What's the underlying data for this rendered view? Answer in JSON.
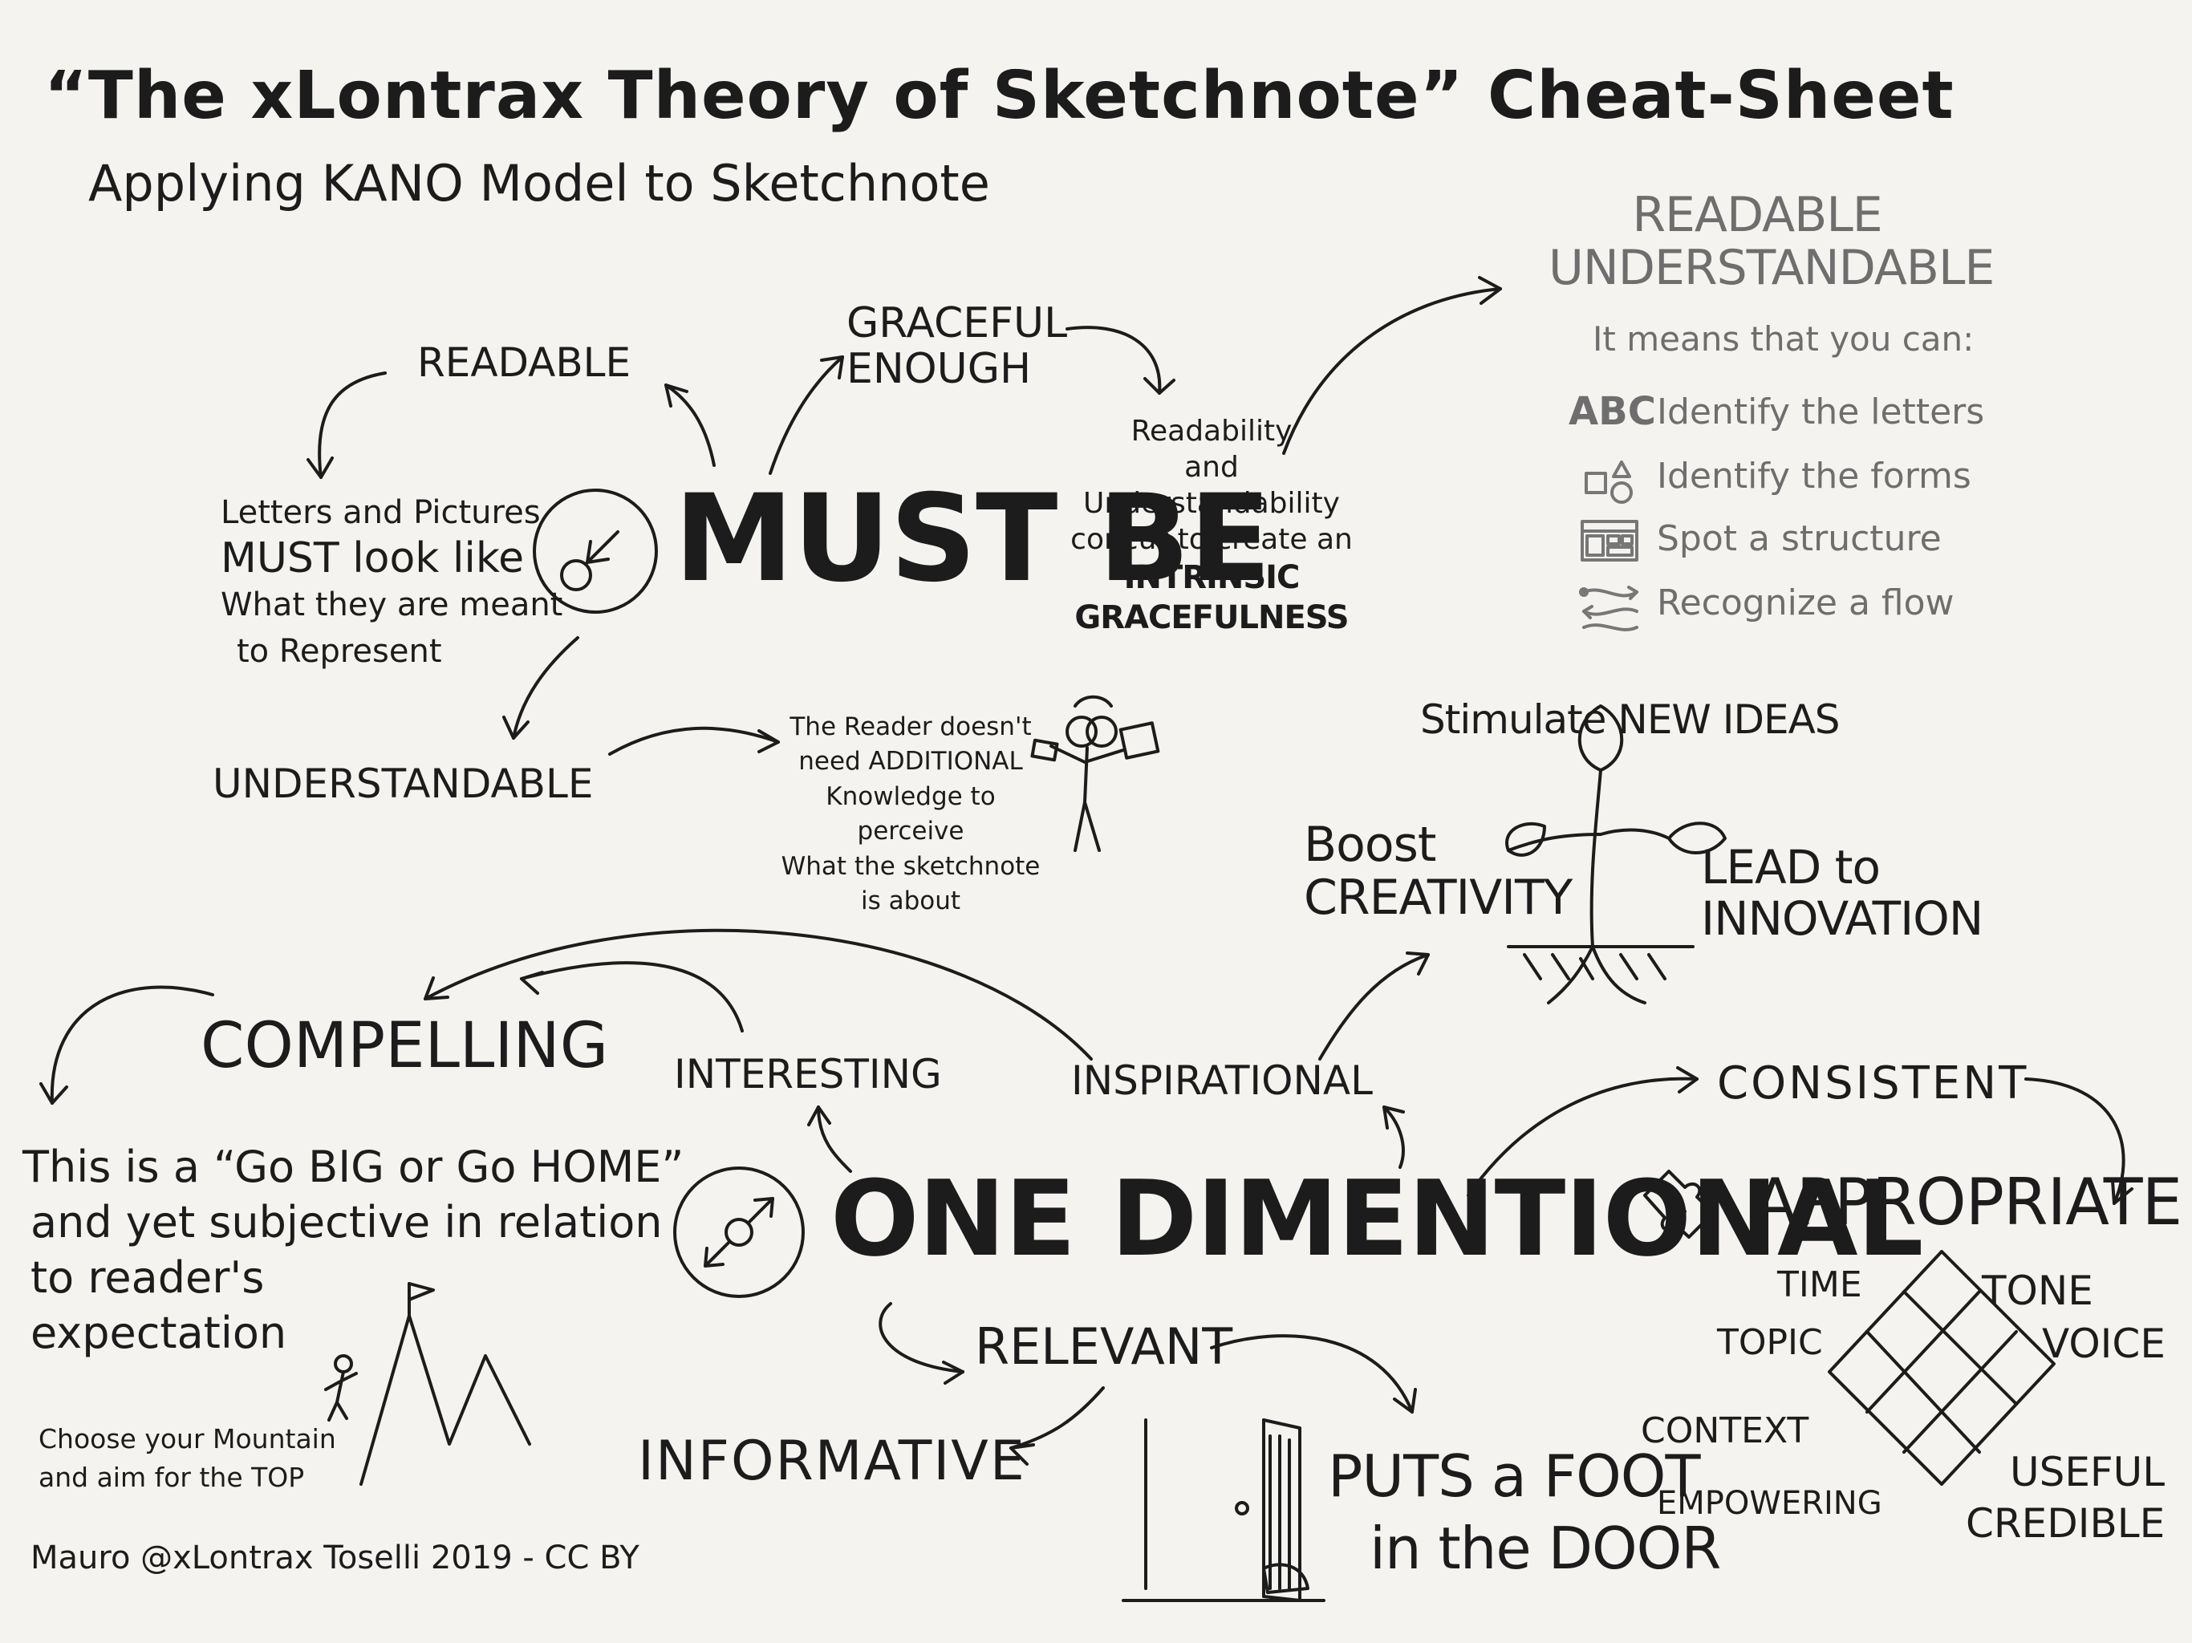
{
  "title": "“The xLontrax Theory of Sketchnote” Cheat-Sheet",
  "subtitle": "Applying KANO Model to Sketchnote",
  "must_be": {
    "heading": "MUST BE",
    "readable": "READABLE",
    "graceful": "GRACEFUL ENOUGH",
    "readable_desc": [
      "Letters and Pictures",
      "MUST look like",
      "What they are meant",
      "to Represent"
    ],
    "understandable": "UNDERSTANDABLE",
    "understandable_desc": [
      "The Reader doesn't",
      "need ADDITIONAL",
      "Knowledge to perceive",
      "What the sketchnote",
      "is about"
    ],
    "graceful_desc": [
      "Readability",
      "and",
      "Understandability",
      "concur to create an",
      "INTRINSIC GRACEFULNESS"
    ]
  },
  "readable_box": {
    "line1": "READABLE",
    "line2": "UNDERSTANDABLE",
    "intro": "It means that you can:",
    "abc": "ABC",
    "items": [
      "Identify the letters",
      "Identify the forms",
      "Spot a structure",
      "Recognize a flow"
    ]
  },
  "inspiration": {
    "top": "Stimulate NEW IDEAS",
    "left": "Boost CREATIVITY",
    "right": "LEAD to INNOVATION"
  },
  "one_dim": {
    "heading": "ONE DIMENTIONAL",
    "compelling": "COMPELLING",
    "interesting": "INTERESTING",
    "inspirational": "INSPIRATIONAL",
    "consistent": "CONSISTENT",
    "appropriate": "APPROPRIATE",
    "relevant": "RELEVANT",
    "informative": "INFORMATIVE",
    "compelling_desc": [
      "This is a “Go BIG or Go HOME”",
      "and yet subjective in relation",
      "to reader's",
      "expectation"
    ],
    "mountain_caption": [
      "Choose your Mountain",
      "and aim for the TOP"
    ],
    "door": [
      "PUTS a FOOT",
      "in the DOOR"
    ]
  },
  "puzzle_words": {
    "time": "TIME",
    "tone": "TONE",
    "topic": "TOPIC",
    "voice": "VOICE",
    "context": "CONTEXT",
    "useful": "USEFUL",
    "empowering": "EMPOWERING",
    "credible": "CREDIBLE"
  },
  "footer": "Mauro @xLontrax Toselli 2019 - CC BY"
}
